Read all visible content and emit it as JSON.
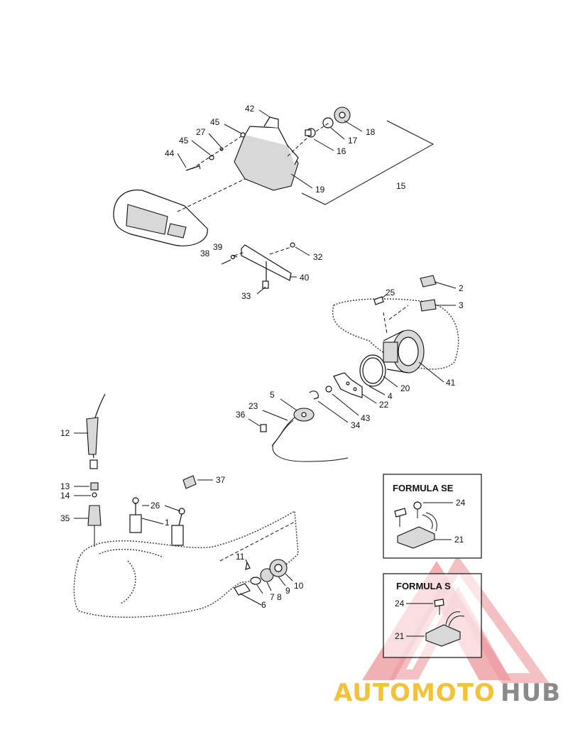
{
  "callouts": [
    {
      "id": "c42",
      "text": "42"
    },
    {
      "id": "c45a",
      "text": "45"
    },
    {
      "id": "c27",
      "text": "27"
    },
    {
      "id": "c45b",
      "text": "45"
    },
    {
      "id": "c44",
      "text": "44"
    },
    {
      "id": "c18",
      "text": "18"
    },
    {
      "id": "c17",
      "text": "17"
    },
    {
      "id": "c16",
      "text": "16"
    },
    {
      "id": "c19",
      "text": "19"
    },
    {
      "id": "c15",
      "text": "15"
    },
    {
      "id": "c39",
      "text": "39"
    },
    {
      "id": "c38",
      "text": "38"
    },
    {
      "id": "c32",
      "text": "32"
    },
    {
      "id": "c40",
      "text": "40"
    },
    {
      "id": "c33",
      "text": "33"
    },
    {
      "id": "c25",
      "text": "25"
    },
    {
      "id": "c2",
      "text": "2"
    },
    {
      "id": "c3",
      "text": "3"
    },
    {
      "id": "c41",
      "text": "41"
    },
    {
      "id": "c20",
      "text": "20"
    },
    {
      "id": "c4",
      "text": "4"
    },
    {
      "id": "c22",
      "text": "22"
    },
    {
      "id": "c5",
      "text": "5"
    },
    {
      "id": "c23",
      "text": "23"
    },
    {
      "id": "c36",
      "text": "36"
    },
    {
      "id": "c43",
      "text": "43"
    },
    {
      "id": "c34",
      "text": "34"
    },
    {
      "id": "c12",
      "text": "12"
    },
    {
      "id": "c37",
      "text": "37"
    },
    {
      "id": "c13",
      "text": "13"
    },
    {
      "id": "c14",
      "text": "14"
    },
    {
      "id": "c26",
      "text": "26"
    },
    {
      "id": "c1",
      "text": "1"
    },
    {
      "id": "c35",
      "text": "35"
    },
    {
      "id": "c11",
      "text": "11"
    },
    {
      "id": "c9",
      "text": "9"
    },
    {
      "id": "c10",
      "text": "10"
    },
    {
      "id": "c7",
      "text": "7"
    },
    {
      "id": "c8",
      "text": "8"
    },
    {
      "id": "c6",
      "text": "6"
    }
  ],
  "insets": [
    {
      "title": "FORMULA SE",
      "labels": [
        "24",
        "21"
      ]
    },
    {
      "title": "FORMULA S",
      "labels": [
        "24",
        "21"
      ]
    }
  ],
  "watermark": {
    "text_a": "AUTOMOTO",
    "text_b": "HUB",
    "color_a": "#f2c23a",
    "color_b": "#8a8a8a",
    "triangle_color": "#e8848a"
  }
}
